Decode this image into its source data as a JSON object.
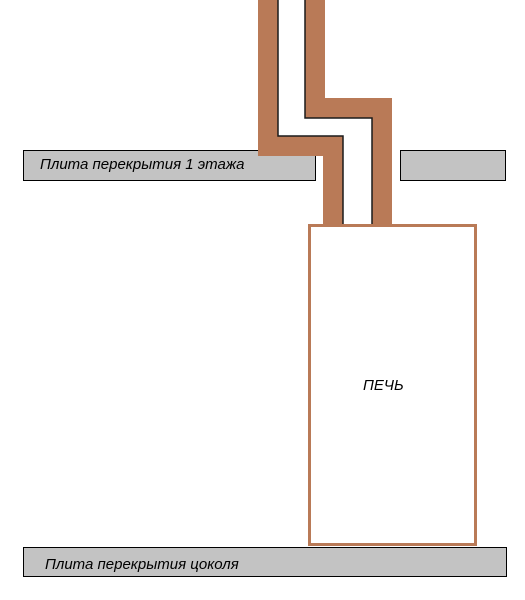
{
  "slab_first_floor": {
    "label": "Плита перекрытия 1 этажа"
  },
  "slab_basement": {
    "label": "Плита перекрытия цоколя"
  },
  "stove": {
    "label": "ПЕЧЬ"
  },
  "colors": {
    "slab_fill": "#c3c3c3",
    "slab_stroke": "#000000",
    "chimney": "#b97a57",
    "stove_outline": "#b97a57",
    "background": "#ffffff"
  }
}
